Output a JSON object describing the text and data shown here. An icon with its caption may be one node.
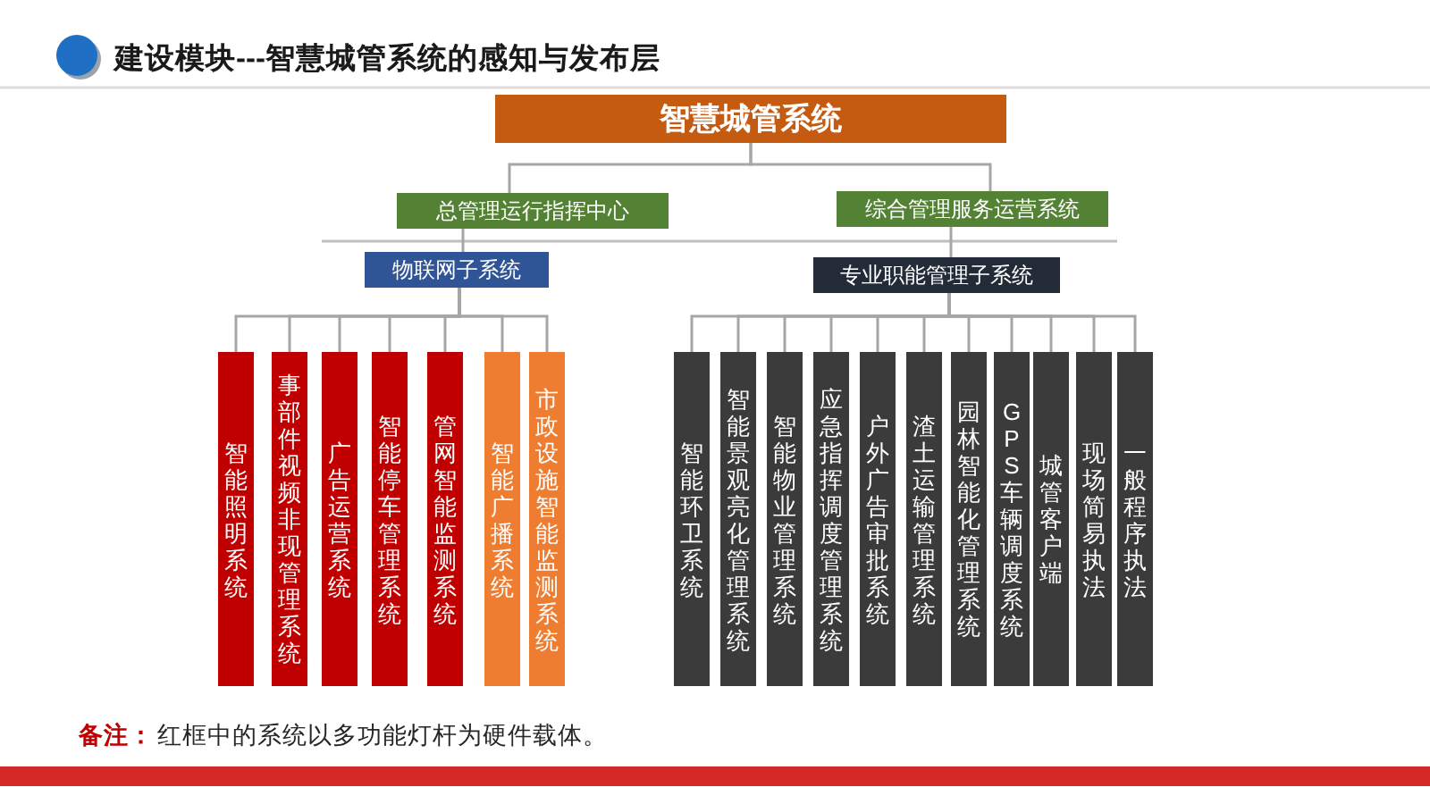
{
  "diagram": {
    "title": "建设模块---智慧城管系统的感知与发布层",
    "nodes": [
      {
        "text": [
          "智慧城管系统"
        ]
      },
      {
        "text": [
          "总管理运行指挥中心"
        ]
      },
      {
        "text": [
          "综合管理服务运营系统"
        ]
      },
      {
        "text": [
          "物联网子系统"
        ]
      },
      {
        "text": [
          "专业职能管理子系统"
        ]
      },
      {
        "text": [
          "智能照明系统"
        ]
      },
      {
        "text": [
          "事部件视频非现管理系统"
        ]
      },
      {
        "text": [
          "广告运营系统"
        ]
      },
      {
        "text": [
          "智能停车管理系统"
        ]
      },
      {
        "text": [
          "管网智能监测系统"
        ]
      },
      {
        "text": [
          "智能广播系统"
        ]
      },
      {
        "text": [
          "市政设施智能监测系统"
        ]
      },
      {
        "text": [
          "智能环卫系统"
        ]
      },
      {
        "text": [
          "智能景观亮化管理系统"
        ]
      },
      {
        "text": [
          "智能物业管理系统"
        ]
      },
      {
        "text": [
          "应急指挥调度管理系统"
        ]
      },
      {
        "text": [
          "户外广告审批系统"
        ]
      },
      {
        "text": [
          "渣土运输管理系统"
        ]
      },
      {
        "text": [
          "园林智能化管理系统"
        ]
      },
      {
        "text": [
          "GPS车辆调度系统"
        ]
      },
      {
        "text": [
          "城管客户端"
        ]
      },
      {
        "text": [
          "现场简易执法"
        ]
      },
      {
        "text": [
          "一般程序执法"
        ]
      }
    ],
    "edges": [
      {
        "from": 0,
        "to": 1,
        "arrow": "none"
      },
      {
        "from": 0,
        "to": 2,
        "arrow": "none"
      },
      {
        "from": 1,
        "to": 3,
        "arrow": "none"
      },
      {
        "from": 2,
        "to": 4,
        "arrow": "none"
      },
      {
        "from": 3,
        "to": 5,
        "arrow": "none"
      },
      {
        "from": 3,
        "to": 6,
        "arrow": "none"
      },
      {
        "from": 3,
        "to": 7,
        "arrow": "none"
      },
      {
        "from": 3,
        "to": 8,
        "arrow": "none"
      },
      {
        "from": 3,
        "to": 9,
        "arrow": "none"
      },
      {
        "from": 3,
        "to": 10,
        "arrow": "none"
      },
      {
        "from": 3,
        "to": 11,
        "arrow": "none"
      },
      {
        "from": 4,
        "to": 12,
        "arrow": "none"
      },
      {
        "from": 4,
        "to": 13,
        "arrow": "none"
      },
      {
        "from": 4,
        "to": 14,
        "arrow": "none"
      },
      {
        "from": 4,
        "to": 15,
        "arrow": "none"
      },
      {
        "from": 4,
        "to": 16,
        "arrow": "none"
      },
      {
        "from": 4,
        "to": 17,
        "arrow": "none"
      },
      {
        "from": 4,
        "to": 18,
        "arrow": "none"
      },
      {
        "from": 4,
        "to": 19,
        "arrow": "none"
      },
      {
        "from": 4,
        "to": 20,
        "arrow": "none"
      },
      {
        "from": 4,
        "to": 21,
        "arrow": "none"
      },
      {
        "from": 4,
        "to": 22,
        "arrow": "none"
      }
    ],
    "labels": [
      "备注：",
      "红框中的系统以多功能灯杆为硬件载体。"
    ]
  }
}
